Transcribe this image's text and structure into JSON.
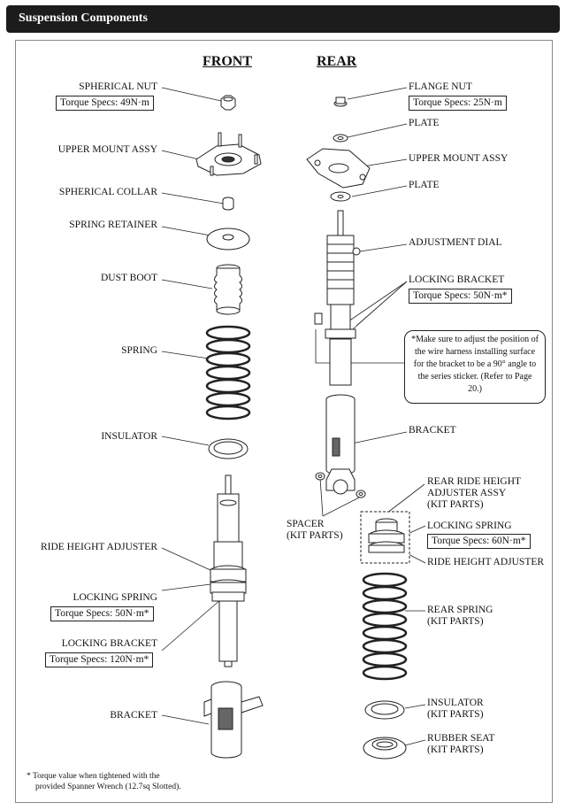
{
  "header": {
    "title": "Suspension Components"
  },
  "columns": {
    "front": "FRONT",
    "rear": "REAR"
  },
  "front": {
    "spherical_nut": "SPHERICAL NUT",
    "spherical_nut_torque": "Torque Specs: 49N·m",
    "upper_mount": "UPPER MOUNT ASSY",
    "spherical_collar": "SPHERICAL COLLAR",
    "spring_retainer": "SPRING RETAINER",
    "dust_boot": "DUST BOOT",
    "spring": "SPRING",
    "insulator": "INSULATOR",
    "ride_height_adjuster": "RIDE HEIGHT ADJUSTER",
    "locking_spring": "LOCKING SPRING",
    "locking_spring_torque": "Torque Specs: 50N·m*",
    "locking_bracket": "LOCKING BRACKET",
    "locking_bracket_torque": "Torque Specs: 120N·m*",
    "bracket": "BRACKET"
  },
  "rear": {
    "flange_nut": "FLANGE NUT",
    "flange_nut_torque": "Torque Specs: 25N·m",
    "plate_top": "PLATE",
    "upper_mount": "UPPER MOUNT ASSY",
    "plate_bottom": "PLATE",
    "adjustment_dial": "ADJUSTMENT DIAL",
    "locking_bracket": "LOCKING BRACKET",
    "locking_bracket_torque": "Torque Specs: 50N·m*",
    "note": "*Make sure to adjust the position of the wire harness installing surface for the bracket to be a 90° angle to the series sticker. (Refer to Page 20.)",
    "bracket": "BRACKET",
    "spacer_1": "SPACER",
    "spacer_2": "(KIT PARTS)",
    "ride_adj_assy_1": "REAR RIDE HEIGHT",
    "ride_adj_assy_2": "ADJUSTER ASSY",
    "ride_adj_assy_3": "(KIT PARTS)",
    "locking_spring": "LOCKING SPRING",
    "locking_spring_torque": "Torque Specs: 60N·m*",
    "ride_height_adjuster": "RIDE HEIGHT ADJUSTER",
    "rear_spring_1": "REAR SPRING",
    "rear_spring_2": "(KIT PARTS)",
    "insulator_1": "INSULATOR",
    "insulator_2": "(KIT PARTS)",
    "rubber_seat_1": "RUBBER SEAT",
    "rubber_seat_2": "(KIT PARTS)"
  },
  "footnote": {
    "line1": "* Torque value when tightened with the",
    "line2": "provided Spanner Wrench (12.7sq Slotted)."
  }
}
